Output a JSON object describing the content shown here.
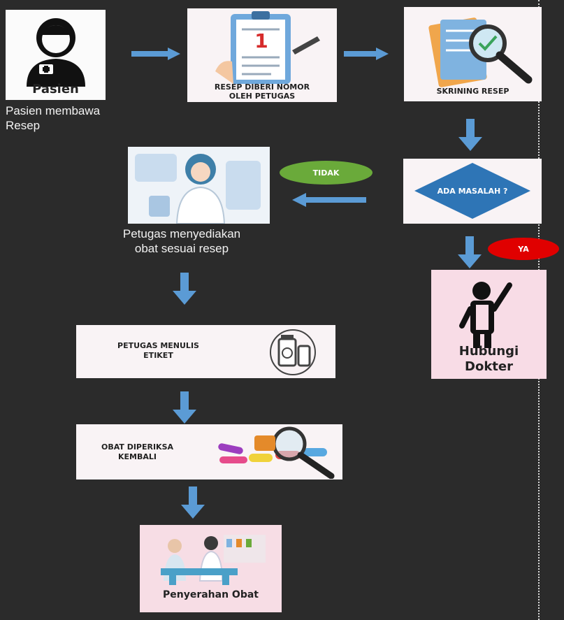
{
  "steps": {
    "pasien": {
      "label": "Pasien",
      "caption": "Pasien membawa\nResep"
    },
    "resep_nomor": {
      "label": "RESEP DIBERI NOMOR\nOLEH PETUGAS",
      "badge": "1"
    },
    "skrining": {
      "label": "SKRINING RESEP"
    },
    "decision": {
      "label": "ADA MASALAH ?"
    },
    "menyediakan": {
      "caption": "Petugas menyediakan\nobat sesuai resep"
    },
    "hubungi": {
      "label": "Hubungi\nDokter"
    },
    "menulis_etiket": {
      "label": "PETUGAS MENULIS\nETIKET"
    },
    "diperiksa": {
      "label": "OBAT DIPERIKSA\nKEMBALI"
    },
    "penyerahan": {
      "label": "Penyerahan Obat"
    }
  },
  "branches": {
    "no": "TIDAK",
    "yes": "YA"
  },
  "colors": {
    "arrow": "#5b9bd5",
    "diamond": "#2e75b6",
    "no_pill": "#6aaa3a",
    "yes_pill": "#e00000",
    "background": "#2b2b2b"
  }
}
